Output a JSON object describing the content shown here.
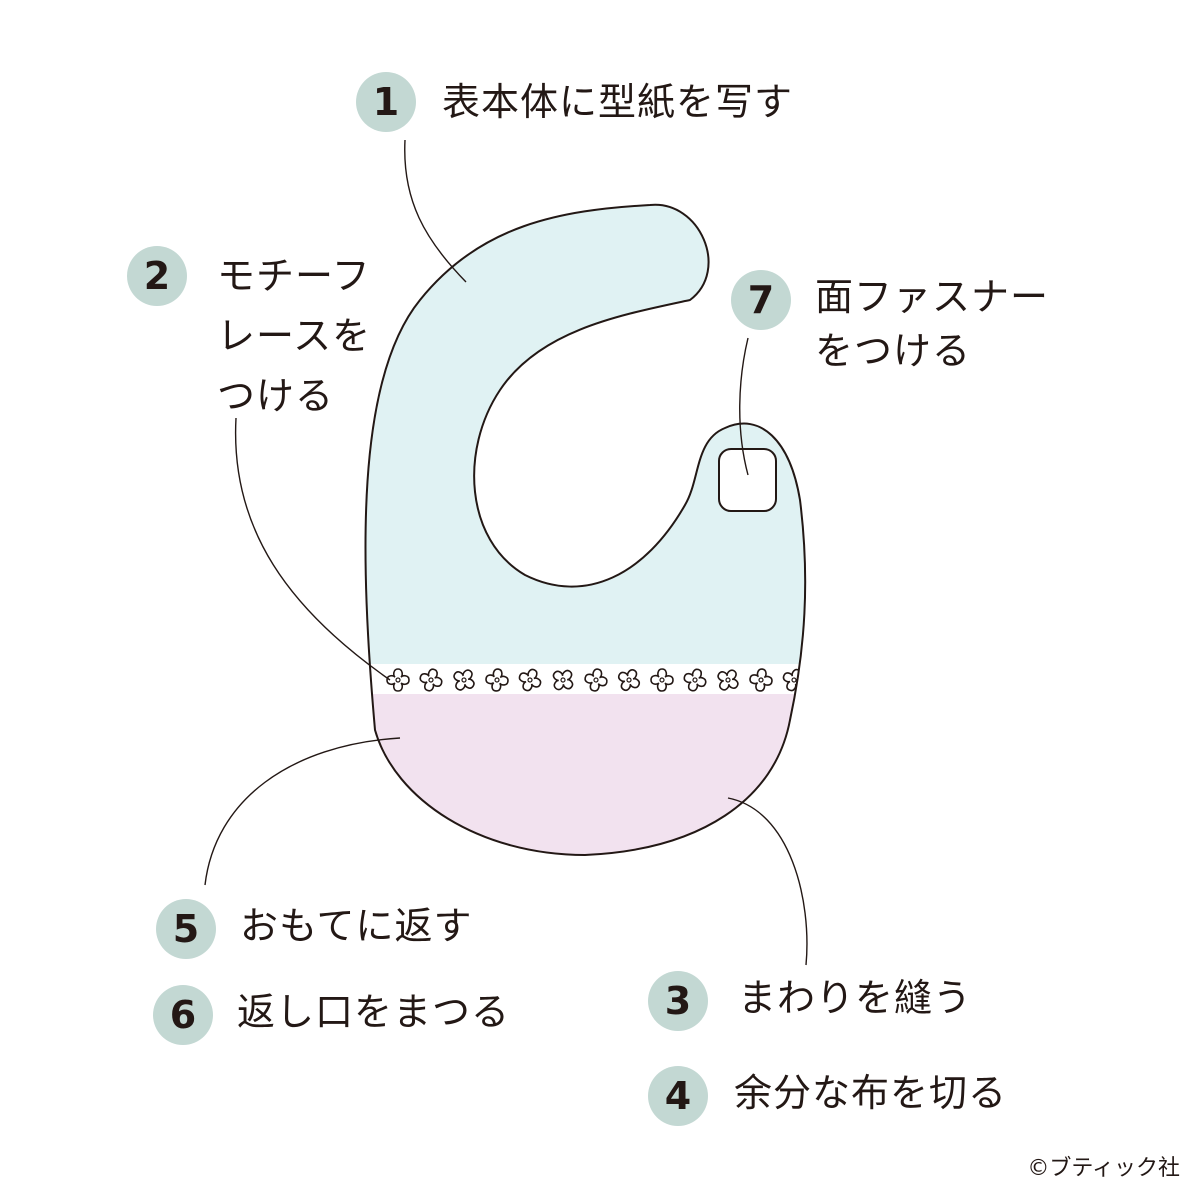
{
  "colors": {
    "badge": "#c3d8d3",
    "upper_fabric": "#e0f2f3",
    "lower_fabric": "#f2e2ef",
    "outline": "#231815"
  },
  "steps": [
    {
      "number": "1",
      "label": "表本体に型紙を写す"
    },
    {
      "number": "2",
      "label": "モチーフ\nレースを\nつける"
    },
    {
      "number": "3",
      "label": "まわりを縫う"
    },
    {
      "number": "4",
      "label": "余分な布を切る"
    },
    {
      "number": "5",
      "label": "おもてに返す"
    },
    {
      "number": "6",
      "label": "返し口をまつる"
    },
    {
      "number": "7",
      "label": "面ファスナー\nをつける"
    }
  ],
  "copyright": "©ブティック社"
}
